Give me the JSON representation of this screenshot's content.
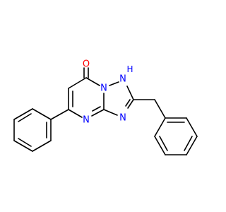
{
  "molecule": {
    "atoms": {
      "carbonyl_oxygen": "O",
      "ring_nh": "N",
      "nh_hydrogen": "H",
      "bridge_nitrogen": "N",
      "triazole_nitrogen": "N",
      "pyrimidine_nitrogen": "N"
    },
    "colors": {
      "bond": "#000000",
      "oxygen": "#ff0000",
      "nitrogen": "#0000ff"
    }
  }
}
